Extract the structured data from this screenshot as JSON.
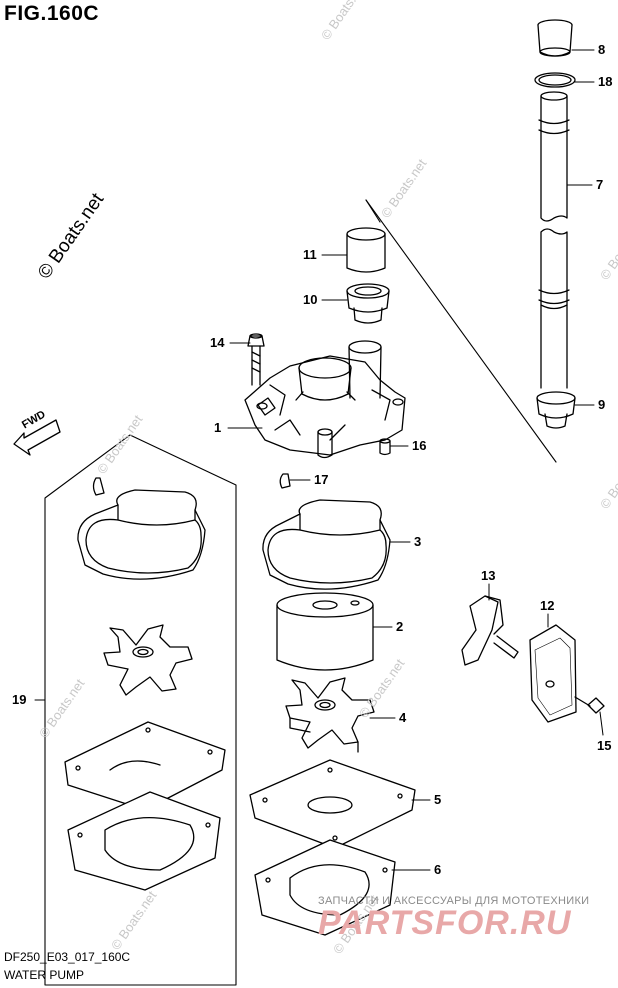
{
  "figure": {
    "title": "FIG.160C",
    "code": "DF250_E03_017_160C",
    "caption": "WATER PUMP"
  },
  "watermarks": {
    "main": "© Boats.net",
    "faint": "© Boats.net"
  },
  "shop_watermark": {
    "subtitle": "ЗАПЧАСТИ И АКСЕССУАРЫ ДЛЯ МОТОТЕХНИКИ",
    "brand": "PARTSFOR.RU"
  },
  "direction_arrow": {
    "label": "FWD"
  },
  "callouts": [
    {
      "id": "callout-8",
      "number": "8"
    },
    {
      "id": "callout-18",
      "number": "18"
    },
    {
      "id": "callout-7",
      "number": "7"
    },
    {
      "id": "callout-11",
      "number": "11"
    },
    {
      "id": "callout-10",
      "number": "10"
    },
    {
      "id": "callout-14",
      "number": "14"
    },
    {
      "id": "callout-9",
      "number": "9"
    },
    {
      "id": "callout-1",
      "number": "1"
    },
    {
      "id": "callout-16",
      "number": "16"
    },
    {
      "id": "callout-17",
      "number": "17"
    },
    {
      "id": "callout-3",
      "number": "3"
    },
    {
      "id": "callout-13",
      "number": "13"
    },
    {
      "id": "callout-12",
      "number": "12"
    },
    {
      "id": "callout-2",
      "number": "2"
    },
    {
      "id": "callout-19",
      "number": "19"
    },
    {
      "id": "callout-4",
      "number": "4"
    },
    {
      "id": "callout-15",
      "number": "15"
    },
    {
      "id": "callout-5",
      "number": "5"
    },
    {
      "id": "callout-6",
      "number": "6"
    }
  ]
}
